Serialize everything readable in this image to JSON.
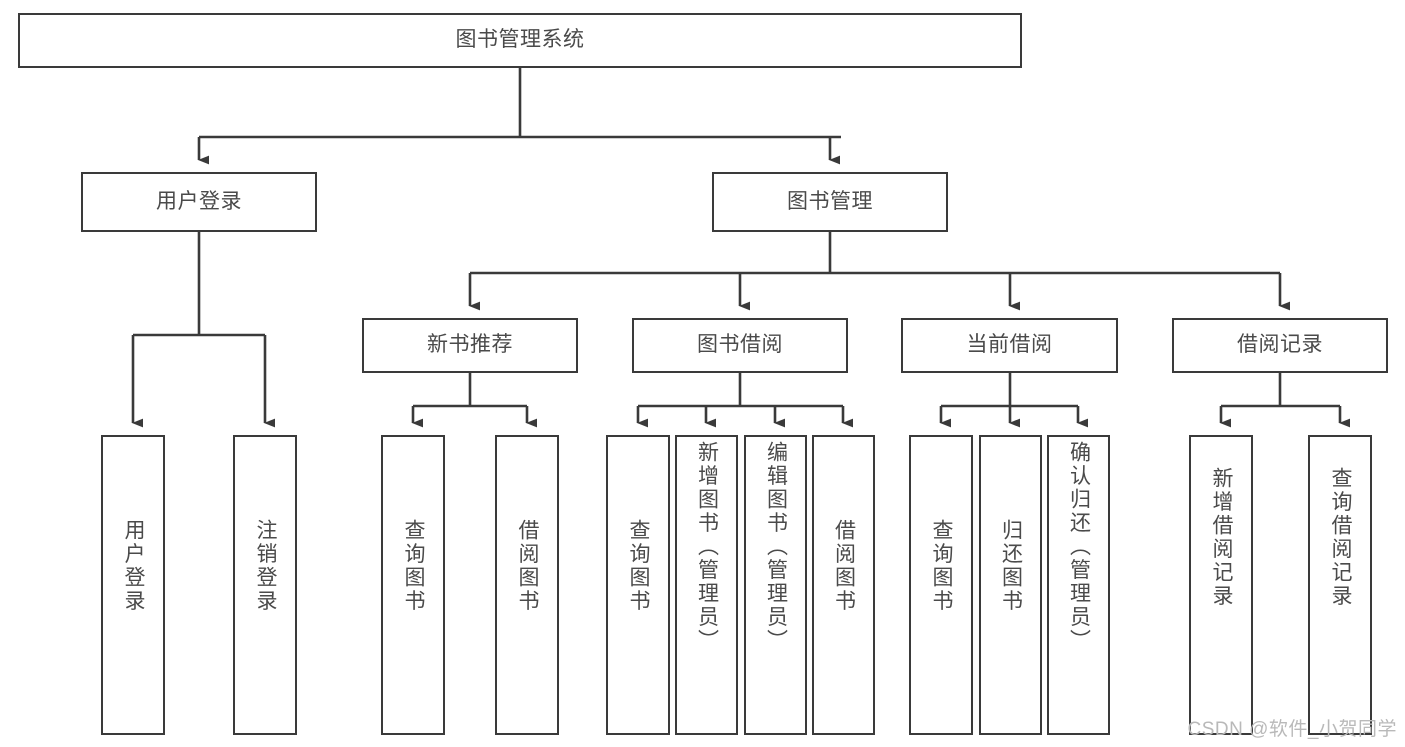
{
  "diagram": {
    "title": "图书管理系统",
    "type": "hierarchy-tree",
    "colors": {
      "box_border": "#3a3a3a",
      "box_fill": "#ffffff",
      "text": "#4a4a4a",
      "connector": "#3a3a3a",
      "watermark": "#b9b9b9",
      "background": "#ffffff"
    },
    "root": {
      "label": "图书管理系统"
    },
    "level2": [
      {
        "label": "用户登录"
      },
      {
        "label": "图书管理"
      }
    ],
    "level3": [
      {
        "label": "新书推荐"
      },
      {
        "label": "图书借阅"
      },
      {
        "label": "当前借阅"
      },
      {
        "label": "借阅记录"
      }
    ],
    "leaves": {
      "user_login": [
        {
          "label": "用户登录"
        },
        {
          "label": "注销登录"
        }
      ],
      "new_book_recommend": [
        {
          "label": "查询图书"
        },
        {
          "label": "借阅图书"
        }
      ],
      "book_borrow": [
        {
          "label": "查询图书"
        },
        {
          "label": "新增图书（管理员）"
        },
        {
          "label": "编辑图书（管理员）"
        },
        {
          "label": "借阅图书"
        }
      ],
      "current_borrow": [
        {
          "label": "查询图书"
        },
        {
          "label": "归还图书"
        },
        {
          "label": "确认归还（管理员）"
        }
      ],
      "borrow_record": [
        {
          "label": "新增借阅记录"
        },
        {
          "label": "查询借阅记录"
        }
      ]
    }
  },
  "watermark": {
    "text": "CSDN @软件_小贺同学"
  }
}
